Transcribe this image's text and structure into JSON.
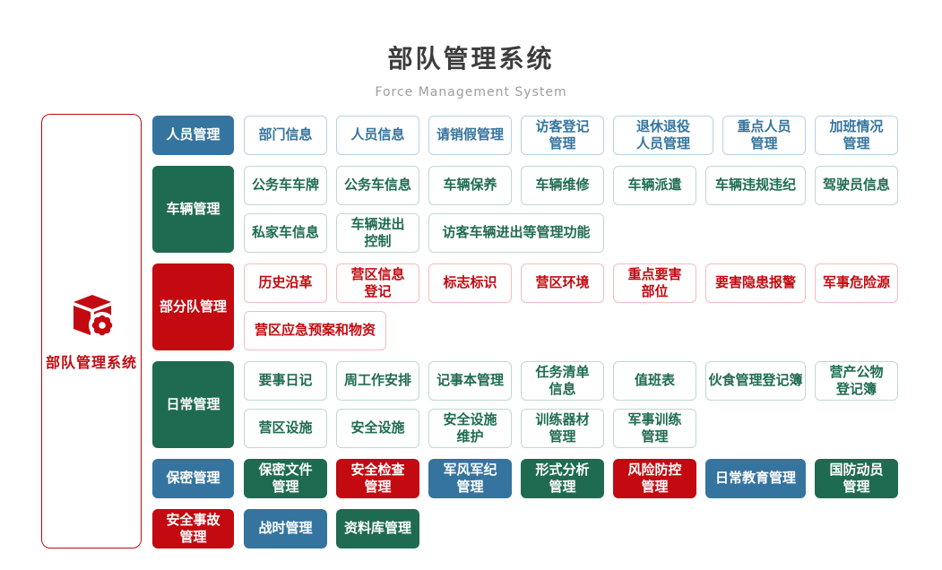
{
  "header": {
    "title": "部队管理系统",
    "subtitle": "Force Management System"
  },
  "left_panel": {
    "label": "部队管理系统",
    "icon": "cube-gear-icon"
  },
  "palette": {
    "blue": "#35749E",
    "green": "#1F6B52",
    "red": "#C20A10",
    "blue_border": "#B5D2E6",
    "green_border": "#BFD9CE",
    "red_border": "#F2BEC1",
    "title_color": "#3D3D3D",
    "subtitle_color": "#9E9E9E"
  },
  "sections": [
    {
      "id": "personnel",
      "label": "人员管理",
      "color": "blue",
      "item_style": "outline",
      "rows": [
        [
          {
            "label": "部门信息"
          },
          {
            "label": "人员信息"
          },
          {
            "label": "请销假管理"
          },
          {
            "label": "访客登记\n管理"
          },
          {
            "label": "退休退役\n人员管理",
            "size": "wide"
          },
          {
            "label": "重点人员\n管理"
          },
          {
            "label": "加班情况\n管理"
          }
        ]
      ]
    },
    {
      "id": "vehicle",
      "label": "车辆管理",
      "color": "green",
      "item_style": "outline",
      "rows": [
        [
          {
            "label": "公务车车牌"
          },
          {
            "label": "公务车信息"
          },
          {
            "label": "车辆保养"
          },
          {
            "label": "车辆维修"
          },
          {
            "label": "车辆派遣"
          },
          {
            "label": "车辆违规违纪",
            "size": "wide"
          },
          {
            "label": "驾驶员信息"
          }
        ],
        [
          {
            "label": "私家车信息"
          },
          {
            "label": "车辆进出\n控制"
          },
          {
            "label": "访客车辆进出等管理功能",
            "size": "xxl"
          }
        ]
      ]
    },
    {
      "id": "unit",
      "label": "部分队管理",
      "color": "red",
      "item_style": "outline",
      "rows": [
        [
          {
            "label": "历史沿革"
          },
          {
            "label": "营区信息\n登记"
          },
          {
            "label": "标志标识"
          },
          {
            "label": "营区环境"
          },
          {
            "label": "重点要害\n部位"
          },
          {
            "label": "要害隐患报警",
            "size": "wide"
          },
          {
            "label": "军事危险源"
          }
        ],
        [
          {
            "label": "营区应急预案和物资",
            "size": "xl"
          }
        ]
      ]
    },
    {
      "id": "daily",
      "label": "日常管理",
      "color": "green",
      "item_style": "outline",
      "rows": [
        [
          {
            "label": "要事日记"
          },
          {
            "label": "周工作安排"
          },
          {
            "label": "记事本管理"
          },
          {
            "label": "任务清单\n信息"
          },
          {
            "label": "值班表"
          },
          {
            "label": "伙食管理登记簿",
            "size": "wide"
          },
          {
            "label": "营产公物\n登记簿"
          }
        ],
        [
          {
            "label": "营区设施"
          },
          {
            "label": "安全设施"
          },
          {
            "label": "安全设施\n维护"
          },
          {
            "label": "训练器材\n管理"
          },
          {
            "label": "军事训练\n管理"
          }
        ]
      ]
    },
    {
      "id": "secrecy",
      "label": "保密管理",
      "color": "blue",
      "item_style": "solid",
      "rows": [
        [
          {
            "label": "保密文件\n管理",
            "color": "green"
          },
          {
            "label": "安全检查\n管理",
            "color": "red"
          },
          {
            "label": "军风军纪\n管理",
            "color": "blue"
          },
          {
            "label": "形式分析\n管理",
            "color": "green"
          },
          {
            "label": "风险防控\n管理",
            "color": "red"
          },
          {
            "label": "日常教育管理",
            "color": "blue",
            "size": "wide"
          },
          {
            "label": "国防动员\n管理",
            "color": "green"
          }
        ]
      ]
    },
    {
      "id": "accident",
      "label": "安全事故\n管理",
      "color": "red",
      "item_style": "solid",
      "rows": [
        [
          {
            "label": "战时管理",
            "color": "blue"
          },
          {
            "label": "资料库管理",
            "color": "green"
          }
        ]
      ]
    }
  ]
}
